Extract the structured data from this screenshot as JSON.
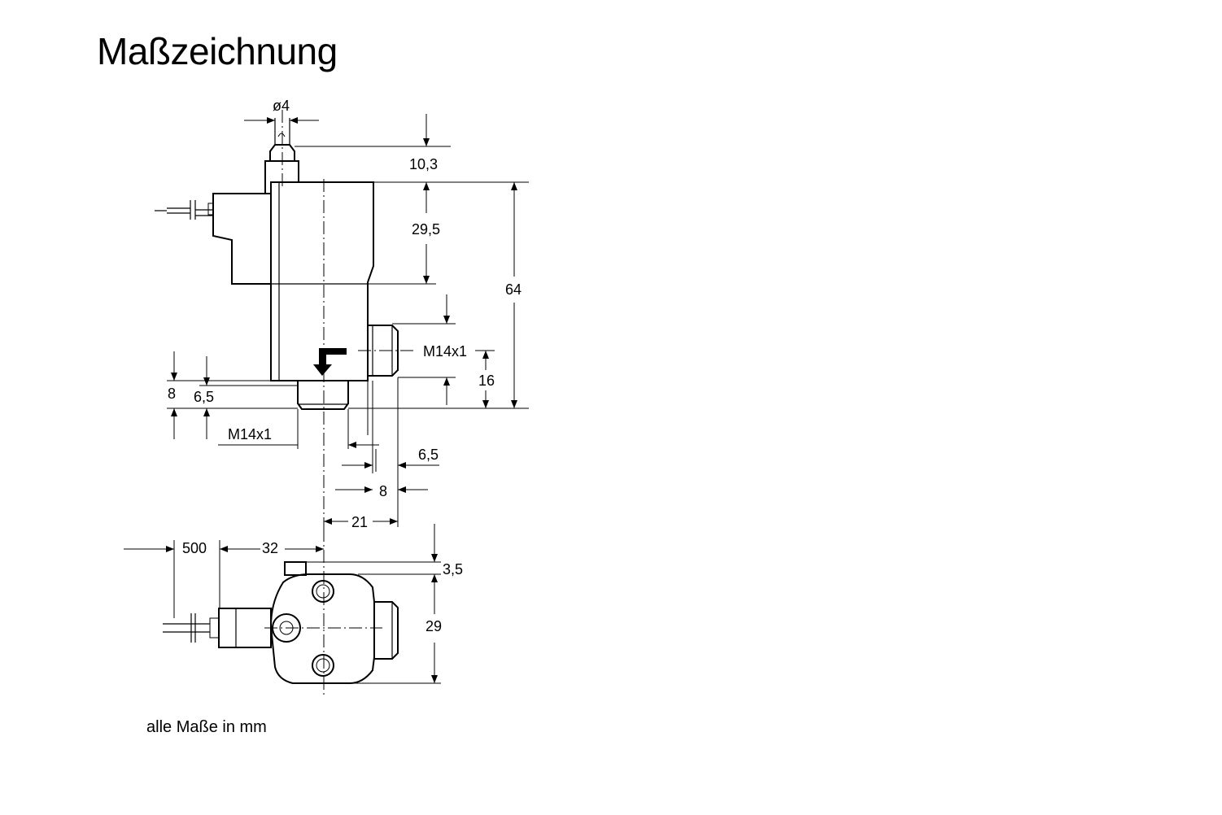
{
  "title": "Maßzeichnung",
  "note": "alle Maße in mm",
  "dimensions": {
    "d_cable": "ø4",
    "d_top": "10,3",
    "d_upper": "29,5",
    "d_total": "64",
    "d_thread_side": "M14x1",
    "d_16": "16",
    "d_8_left": "8",
    "d_6_5_left": "6,5",
    "d_thread_bottom": "M14x1",
    "d_6_5_right": "6,5",
    "d_8_bottom": "8",
    "d_21": "21",
    "d_500": "500",
    "d_32": "32",
    "d_3_5": "3,5",
    "d_29": "29"
  }
}
